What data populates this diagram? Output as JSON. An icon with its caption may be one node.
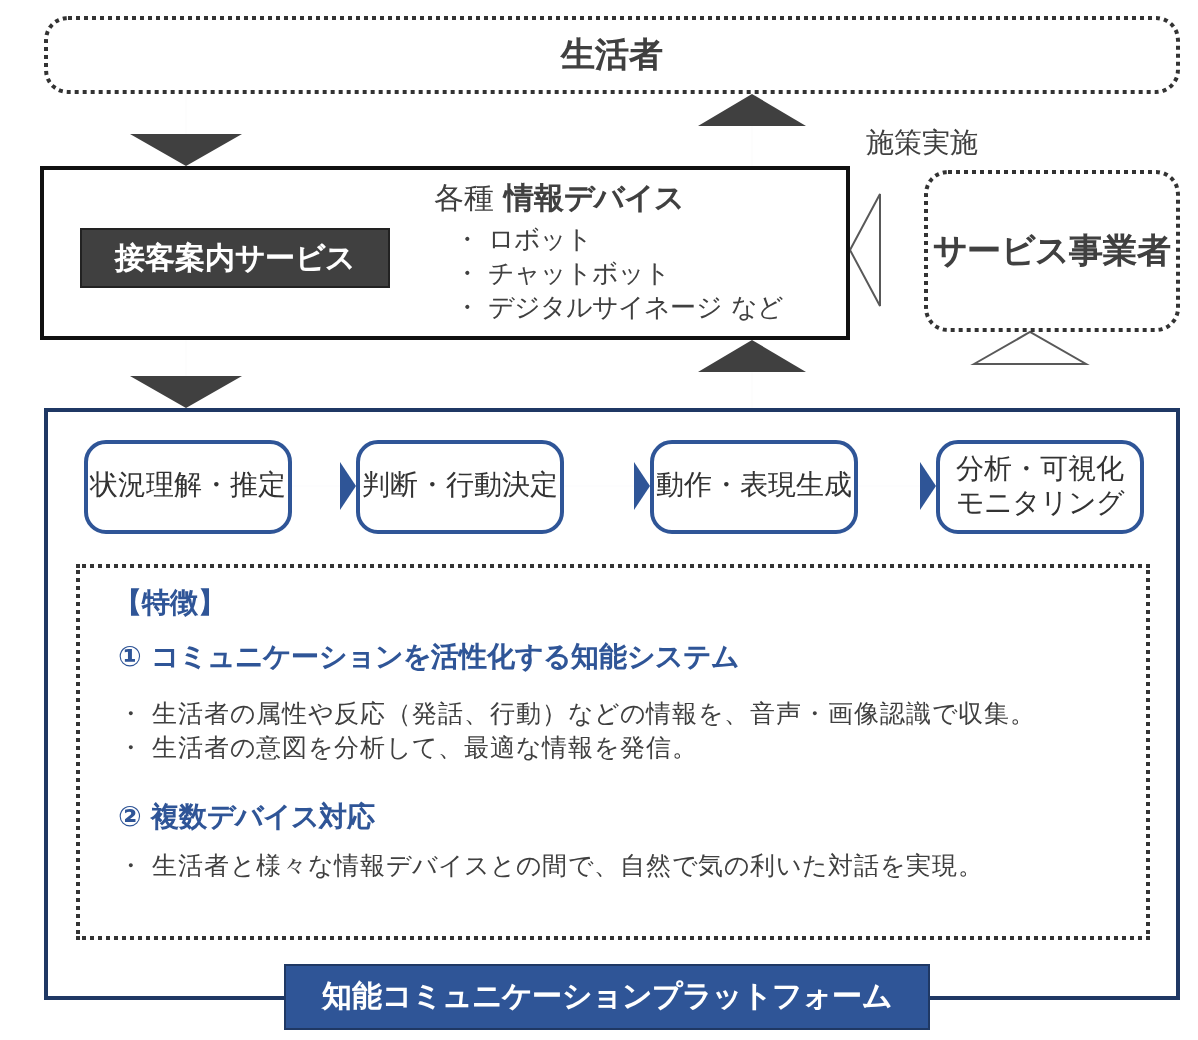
{
  "diagram": {
    "nodes": [
      {
        "text": [
          "生活者"
        ]
      },
      {
        "text": [
          "各種 **情報デバイス**",
          "・ ロボット",
          "・ チャットボット",
          "・ デジタルサイネージ など"
        ]
      },
      {
        "text": [
          "接客案内サービス"
        ],
        "in": 1
      },
      {
        "text": [
          "サービス事業者"
        ]
      },
      {
        "text": [
          "知能コミュニケーションプラットフォーム"
        ]
      },
      {
        "text": [
          "状況理解・推定"
        ],
        "in": 4
      },
      {
        "text": [
          "判断・行動決定"
        ],
        "in": 4
      },
      {
        "text": [
          "動作・表現生成"
        ],
        "in": 4
      },
      {
        "text": [
          "分析・可視化モニタリング"
        ],
        "in": 4
      },
      {
        "text": [
          "【特徴】",
          "① コミュニケーションを活性化する知能システム",
          "・ 生活者の属性や反応（発話、行動）などの情報を、音声・画像認識で収集。",
          "・ 生活者の意図を分析して、最適な情報を発信。",
          "② 複数デバイス対応",
          "・ 生活者と様々な情報デバイスとの間で、自然で気の利いた対話を実現。"
        ],
        "in": 4
      }
    ],
    "edges": [
      {
        "from": 0,
        "to": 1,
        "arrow": "to"
      },
      {
        "from": 1,
        "to": 0,
        "arrow": "to"
      },
      {
        "from": 3,
        "to": 1,
        "arrow": "to",
        "label": "施策実施",
        "color": "#ffffff"
      },
      {
        "from": 1,
        "to": 4,
        "arrow": "to"
      },
      {
        "from": 4,
        "to": 1,
        "arrow": "to"
      },
      {
        "from": 4,
        "to": 3,
        "arrow": "to",
        "color": "#ffffff"
      },
      {
        "from": 5,
        "to": 6,
        "arrow": "to",
        "color": "#2f5597"
      },
      {
        "from": 6,
        "to": 7,
        "arrow": "to",
        "color": "#2f5597"
      },
      {
        "from": 7,
        "to": 8,
        "arrow": "to",
        "color": "#2f5597"
      }
    ]
  }
}
